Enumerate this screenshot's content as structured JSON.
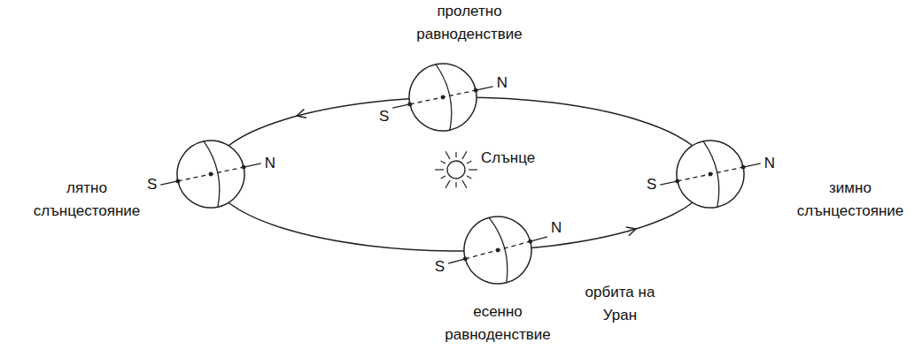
{
  "diagram": {
    "labels": [
      "пролетно равноденствие",
      "S",
      "N",
      "Слънце",
      "лятно слънцестояние",
      "S",
      "N",
      "S",
      "N",
      "зимно слънцестояние",
      "S",
      "N",
      "орбита на Уран",
      "есенно равноденствие"
    ]
  }
}
